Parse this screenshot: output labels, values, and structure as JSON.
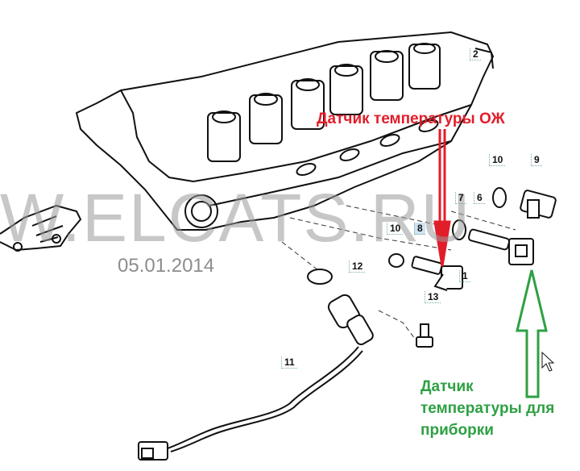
{
  "watermark": {
    "text": "W.ELCATS.RU",
    "date": "05.01.2014"
  },
  "part_labels": [
    "1",
    "2",
    "6",
    "7",
    "8",
    "9",
    "10",
    "10",
    "11",
    "12",
    "13"
  ],
  "annotations": {
    "coolant_sensor": "Датчик температуры ОЖ",
    "gauge_sensor_line1": "Датчик",
    "gauge_sensor_line2": "температуры для",
    "gauge_sensor_line3": "приборки"
  },
  "colors": {
    "red_annotation": "#e21d2a",
    "green_annotation": "#2ea043",
    "line_art": "#111111",
    "highlight": "#cfe3f3"
  },
  "icons": [
    "cursor-arrow-icon"
  ]
}
